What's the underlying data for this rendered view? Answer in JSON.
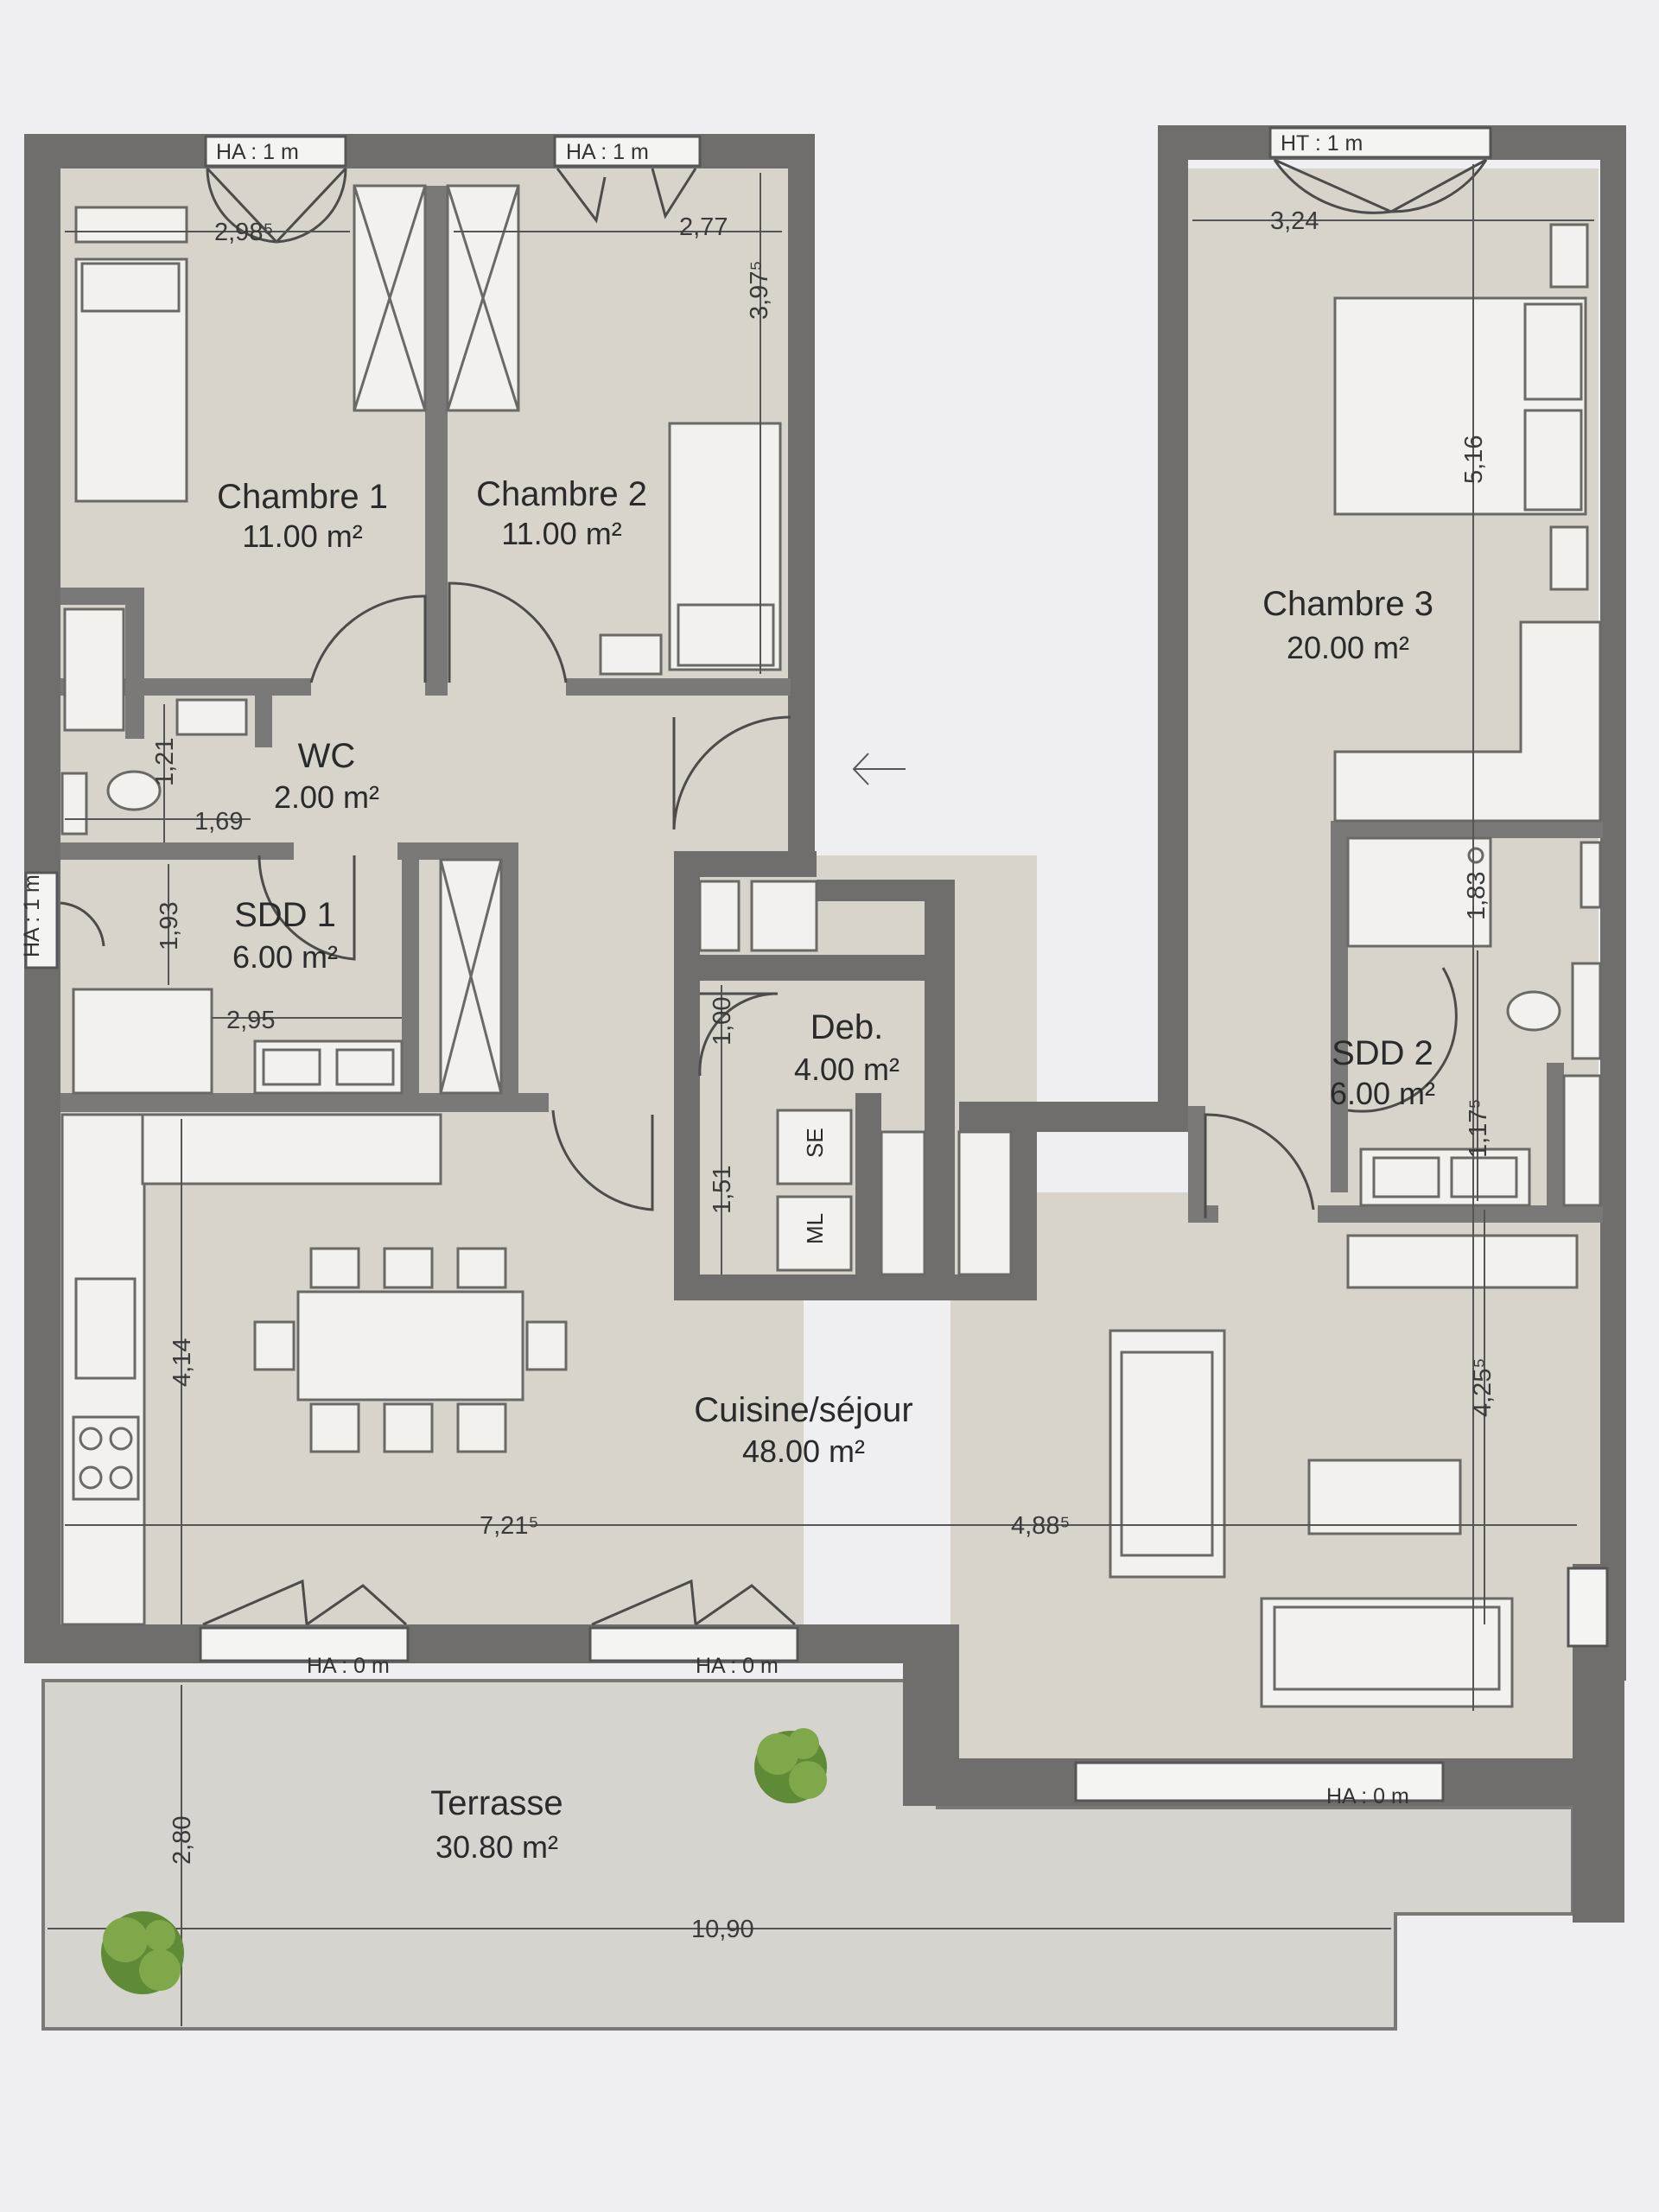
{
  "rooms": {
    "chambre1": {
      "name": "Chambre 1",
      "area": "11.00 m²"
    },
    "chambre2": {
      "name": "Chambre 2",
      "area": "11.00 m²"
    },
    "chambre3": {
      "name": "Chambre 3",
      "area": "20.00 m²"
    },
    "wc": {
      "name": "WC",
      "area": "2.00 m²"
    },
    "sdd1": {
      "name": "SDD 1",
      "area": "6.00 m²"
    },
    "sdd2": {
      "name": "SDD 2",
      "area": "6.00 m²"
    },
    "deb": {
      "name": "Deb.",
      "area": "4.00 m²"
    },
    "sejour": {
      "name": "Cuisine/séjour",
      "area": "48.00 m²"
    },
    "terrasse": {
      "name": "Terrasse",
      "area": "30.80 m²"
    }
  },
  "dimensions": {
    "ch1_width": "2,98⁵",
    "ch2_width": "2,77",
    "ch2_depth": "3,97⁵",
    "ch3_width": "3,24",
    "ch3_depth": "5,16",
    "wc_depth": "1,21",
    "wc_width": "1,69",
    "sdd1_depth": "1,93",
    "sdd1_width": "2,95",
    "deb_depth_a": "1,00",
    "deb_depth_b": "1,51",
    "sdd2_shower": "1,83",
    "sdd2_depth": "1,17⁵",
    "sejour_depth_left": "4,14",
    "sejour_depth_right": "4,25⁵",
    "sejour_width_a": "7,21⁵",
    "sejour_width_b": "4,88⁵",
    "terrace_depth": "2,80",
    "terrace_width": "10,90"
  },
  "windows": {
    "w1": "HA : 1 m",
    "w2": "HA : 1 m",
    "w3": "HT : 1 m",
    "w4": "HA : 1 m",
    "w5": "HA : 0 m",
    "w6": "HA : 0 m",
    "w7": "HA : 0 m"
  },
  "appliances": {
    "se": "SE",
    "ml": "ML"
  }
}
